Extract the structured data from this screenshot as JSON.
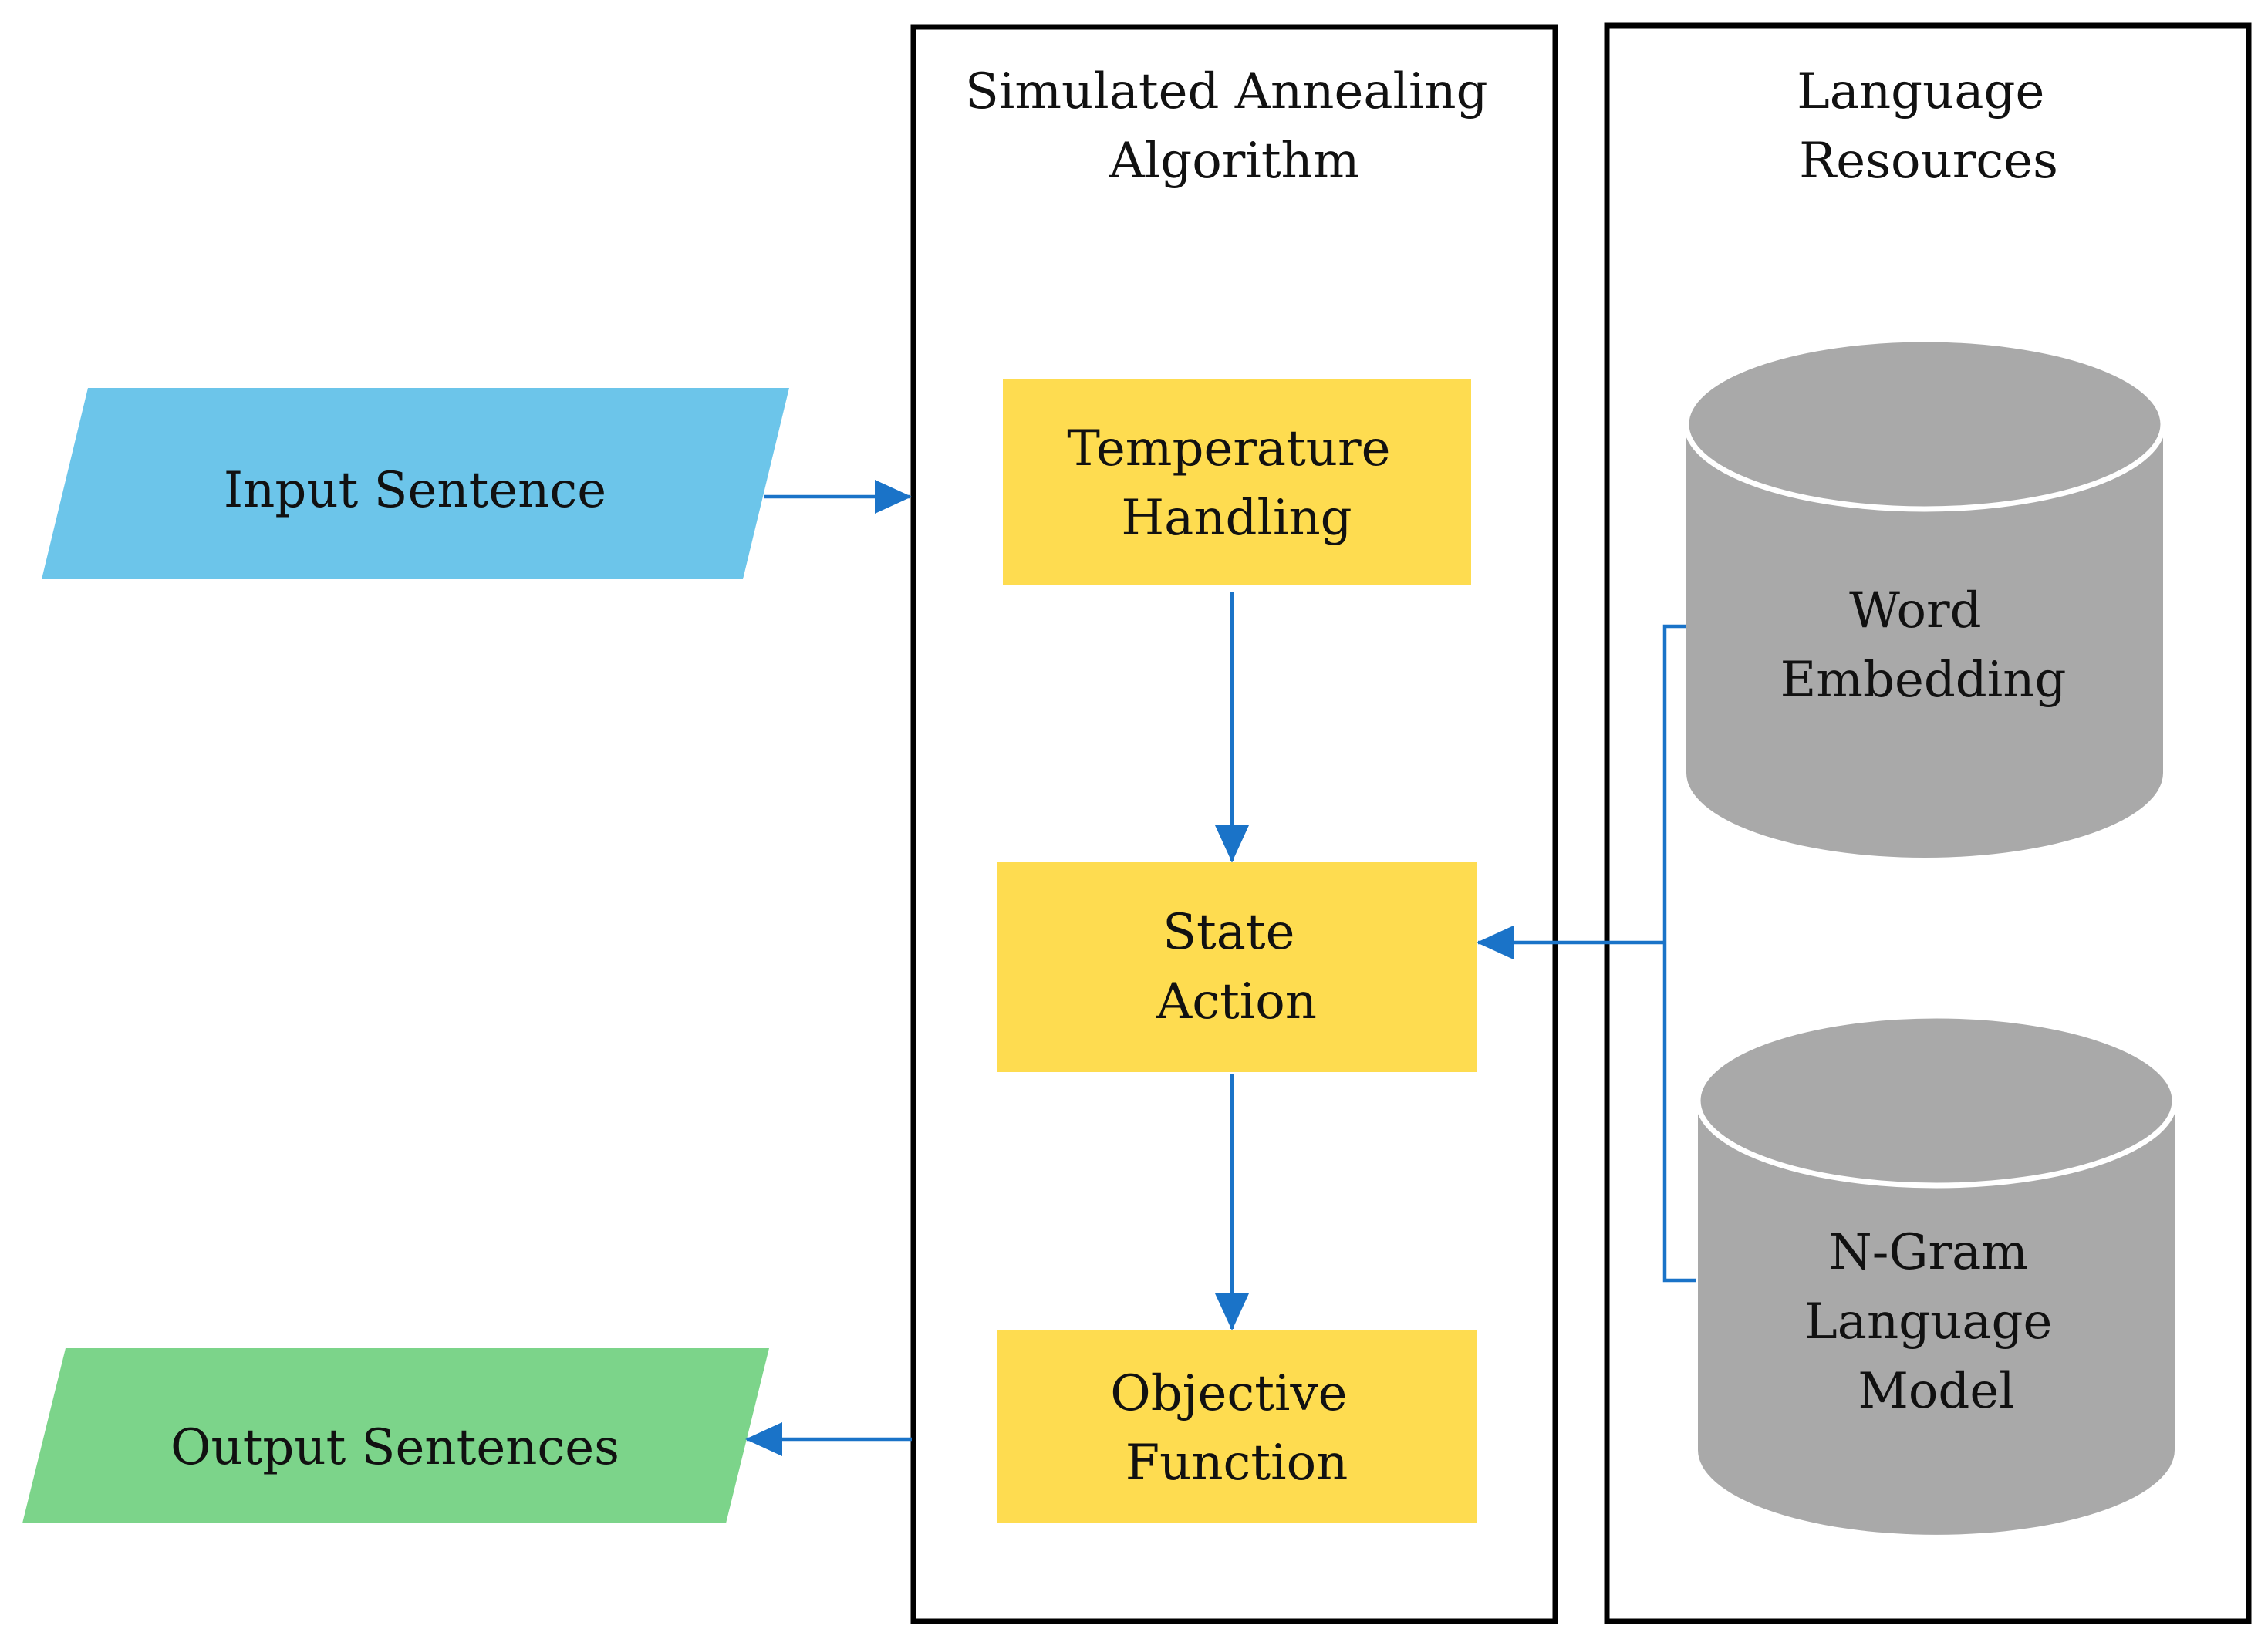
{
  "containers": {
    "sa": {
      "title": [
        "Simulated Annealing",
        "Algorithm"
      ]
    },
    "lr": {
      "title": [
        "Language",
        "Resources"
      ]
    }
  },
  "io": {
    "input": {
      "label": "Input Sentence",
      "color": "#6cc5ea"
    },
    "output": {
      "label": "Output Sentences",
      "color": "#7cd48a"
    }
  },
  "process": {
    "color": "#fedc50",
    "temperature": [
      "Temperature",
      "Handling"
    ],
    "state": [
      "State",
      "Action"
    ],
    "objective": [
      "Objective",
      "Function"
    ]
  },
  "resources": {
    "color": "#a9a9a9",
    "embedding": [
      "Word",
      "Embedding"
    ],
    "ngram": [
      "N-Gram",
      "Language",
      "Model"
    ]
  },
  "arrow_color": "#1a73c8"
}
